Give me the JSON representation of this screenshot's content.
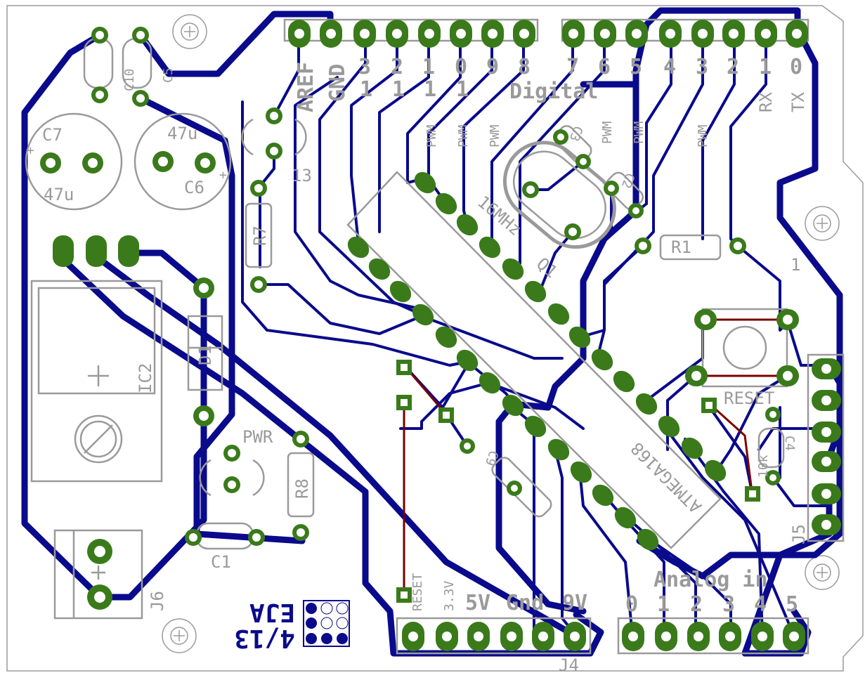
{
  "colors": {
    "board": "#ffffff",
    "trace": "#0a0a8c",
    "pad": "#3a7a1a",
    "silkscreen": "#9a9a9a",
    "jumper": "#7a0000"
  },
  "digital_header": {
    "pins": [
      "AREF",
      "GND",
      "13",
      "12",
      "11",
      "10",
      "9",
      "8",
      "7",
      "6",
      "5",
      "4",
      "3",
      "2",
      "1",
      "0"
    ],
    "pin_digits": [
      "3",
      "2",
      "1",
      "0",
      "9",
      "8",
      "7",
      "6",
      "5",
      "4",
      "3",
      "2",
      "1",
      "0"
    ],
    "pin_tens": [
      "1",
      "1",
      "1",
      "1"
    ],
    "section_label": "Digital",
    "pwm_label": "PWM",
    "rx_label": "RX",
    "tx_label": "TX"
  },
  "power_header": {
    "label": "J4",
    "pins": [
      "RESET",
      "3.3V",
      "5V",
      "Gnd",
      "9V"
    ]
  },
  "analog_header": {
    "section_label": "Analog in",
    "pins": [
      "0",
      "1",
      "2",
      "3",
      "4",
      "5"
    ]
  },
  "components": {
    "c7": "C7",
    "c7_value": "47u",
    "c6": "C6",
    "c6_value": "47u",
    "c10": "C10",
    "c5": "C5",
    "c2": "C2",
    "c3": "C3",
    "c9": "C9",
    "c4": "C4",
    "c1": "C1",
    "r7": "R7",
    "r8": "R8",
    "r1": "R1",
    "r10": "10k",
    "d1": "D1",
    "ic1": "ATMEGA168",
    "ic2": "IC2",
    "crystal": "16MHz",
    "q1": "Q1",
    "j5": "J5",
    "j6": "J6",
    "led13": "13",
    "led_pwr": "PWR",
    "reset_button": "RESET",
    "one_label": "1"
  },
  "logo": {
    "line1": "EJA",
    "line2": "4/13"
  }
}
